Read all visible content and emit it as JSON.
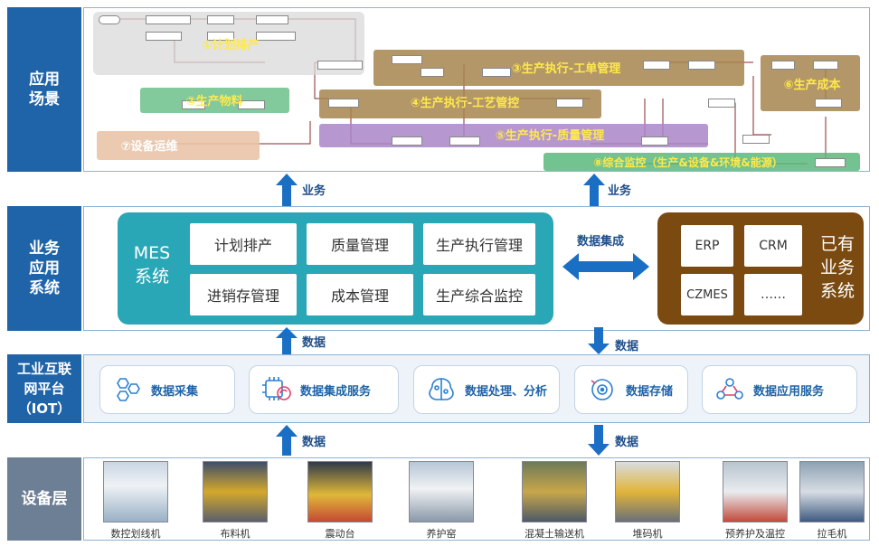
{
  "layers": {
    "application": "应用场景",
    "business": "业务应用系统",
    "iot": "工业互联网平台（IOT）",
    "device": "设备层"
  },
  "application_scenes": [
    {
      "label": "①计划排产",
      "color": "#d9d9d9"
    },
    {
      "label": "②生产物料",
      "color": "#6cc08a"
    },
    {
      "label": "③生产执行-工单管理",
      "color": "#a6854e"
    },
    {
      "label": "④生产执行-工艺管控",
      "color": "#a6854e"
    },
    {
      "label": "⑤生产执行-质量管理",
      "color": "#a985c8"
    },
    {
      "label": "⑥生产成本",
      "color": "#a6854e"
    },
    {
      "label": "⑦设备运维",
      "color": "#e9c4a9"
    },
    {
      "label": "⑧综合监控（生产&设备&环境&能源）",
      "color": "#5bb87e"
    }
  ],
  "flow_labels": {
    "business_up_left": "业务",
    "business_up_right": "业务",
    "data_integration": "数据集成",
    "data_mes_up": "数据",
    "data_iot_down": "数据",
    "data_dev_up": "数据",
    "data_dev_down": "数据"
  },
  "mes": {
    "title_line1": "MES",
    "title_line2": "系统",
    "modules": [
      "计划排产",
      "质量管理",
      "生产执行管理",
      "进销存管理",
      "成本管理",
      "生产综合监控"
    ]
  },
  "existing_systems": {
    "title": "已有业务系统",
    "items": [
      "ERP",
      "CRM",
      "CZMES",
      "……"
    ]
  },
  "iot_services": [
    {
      "label": "数据采集",
      "icon": "hexagon-network-icon"
    },
    {
      "label": "数据集成服务",
      "icon": "chip-sync-icon"
    },
    {
      "label": "数据处理、分析",
      "icon": "brain-gear-icon"
    },
    {
      "label": "数据存储",
      "icon": "storage-disk-icon"
    },
    {
      "label": "数据应用服务",
      "icon": "users-network-icon"
    }
  ],
  "devices": [
    "数控划线机",
    "布料机",
    "震动台",
    "养护窑",
    "混凝土输送机",
    "堆码机",
    "预养护及温控",
    "拉毛机"
  ],
  "colors": {
    "layer_blue": "#1f63a8",
    "layer_gray": "#6d7f95",
    "mes_teal": "#2aa7b6",
    "existing_brown": "#7a4a10",
    "arrow_blue": "#1a6fc4",
    "scene_text_yellow": "#ffe94a"
  }
}
